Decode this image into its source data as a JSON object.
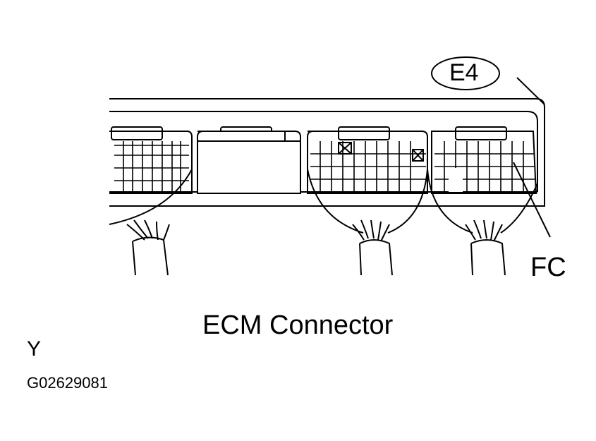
{
  "labels": {
    "connector_id": "E4",
    "terminal": "FC",
    "caption": "ECM Connector",
    "corner_letter": "Y",
    "figure_code": "G02629081"
  },
  "colors": {
    "line": "#000000",
    "background": "#ffffff"
  },
  "connector": {
    "blocks": [
      {
        "name": "block-1",
        "rows": 4,
        "cols": 8,
        "populated": true
      },
      {
        "name": "block-2",
        "rows": 0,
        "cols": 0,
        "populated": false
      },
      {
        "name": "block-3",
        "rows": 4,
        "cols": 10,
        "populated": true
      },
      {
        "name": "block-4",
        "rows": 4,
        "cols": 9,
        "populated": true
      }
    ]
  }
}
